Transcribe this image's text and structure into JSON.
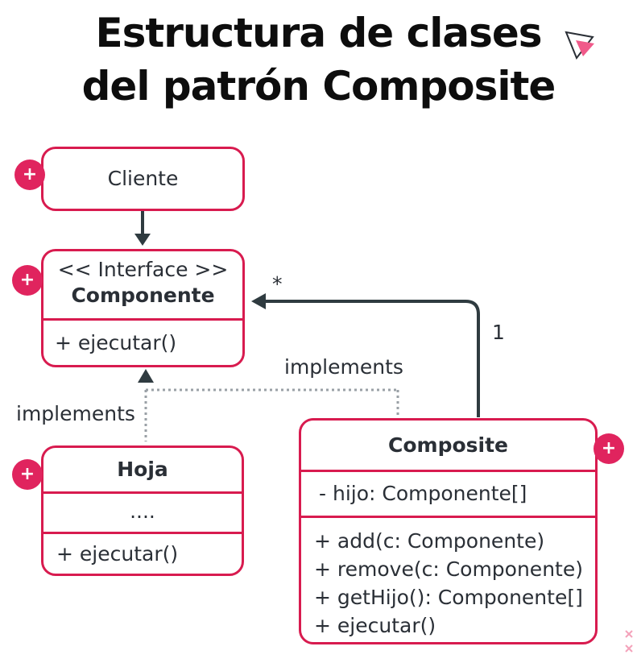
{
  "title": {
    "line1": "Estructura de clases",
    "line2": "del patrón Composite"
  },
  "cliente": {
    "name": "Cliente"
  },
  "componente": {
    "stereotype": "<< Interface >>",
    "name": "Componente",
    "methods": [
      "+ ejecutar()"
    ]
  },
  "hoja": {
    "name": "Hoja",
    "attributes": [
      "...."
    ],
    "methods": [
      "+ ejecutar()"
    ]
  },
  "composite": {
    "name": "Composite",
    "attributes": [
      "- hijo: Componente[]"
    ],
    "methods": [
      "+ add(c: Componente)",
      "+ remove(c: Componente)",
      "+ getHijo(): Componente[]",
      "+ ejecutar()"
    ]
  },
  "relations": {
    "implements_left": "implements",
    "implements_right": "implements",
    "multiplicity_many": "*",
    "multiplicity_one": "1"
  },
  "icons": {
    "plus_symbol": "+"
  },
  "colors": {
    "accent": "#d81b4f",
    "plus_badge": "#e0245e",
    "arrow": "#2f3b40",
    "text": "#2a2f36"
  }
}
